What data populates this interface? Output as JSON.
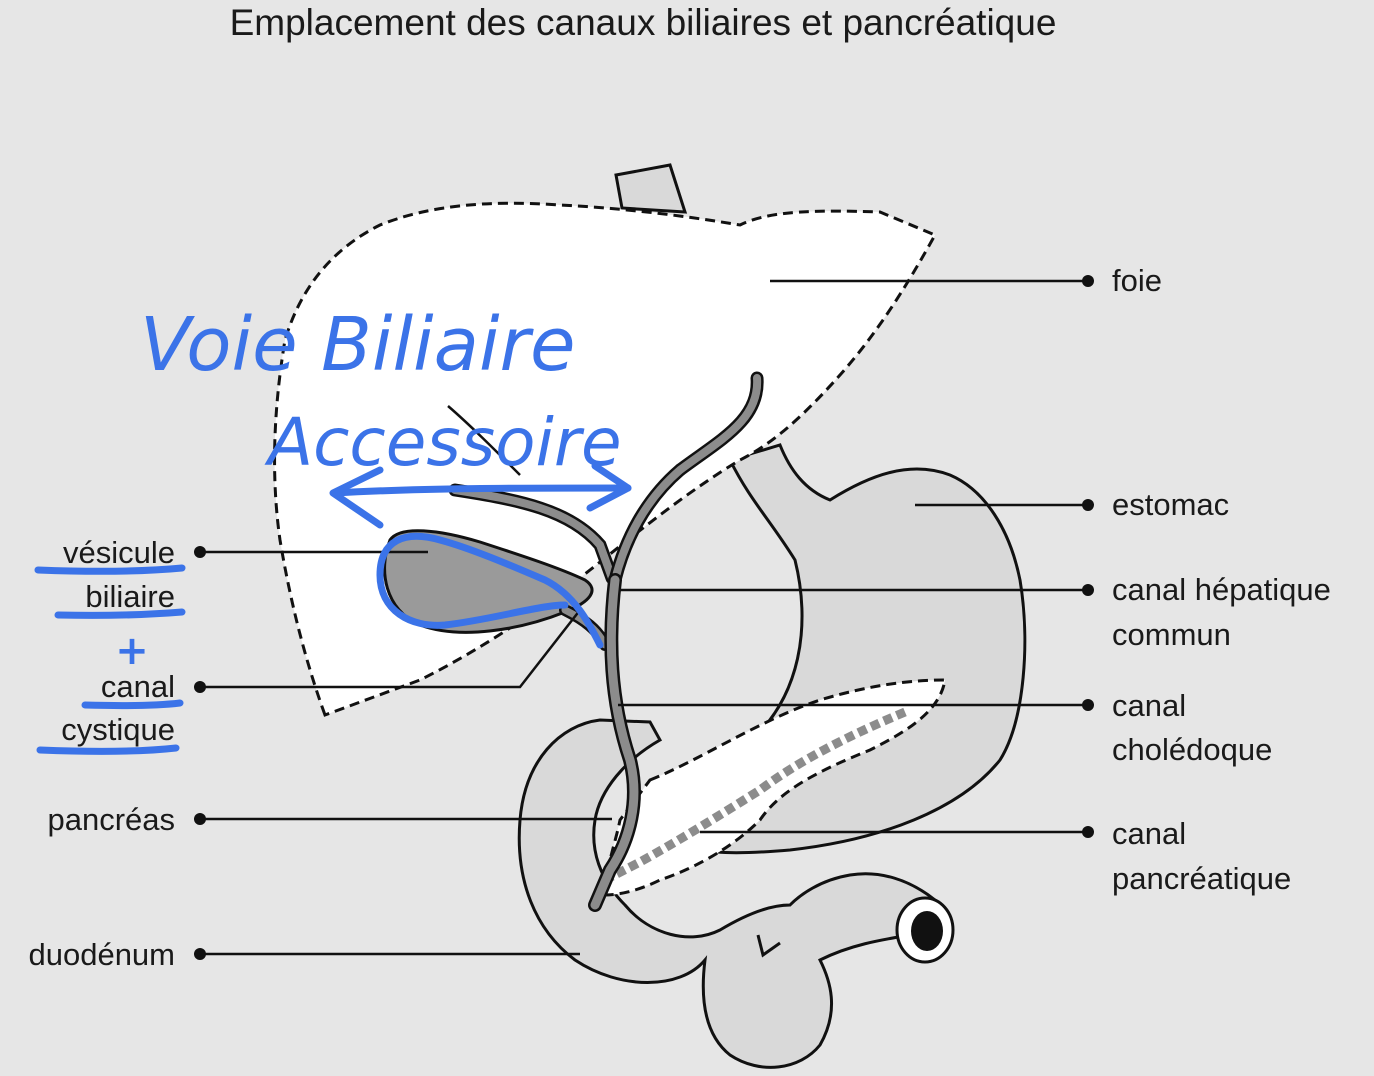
{
  "title": "Emplacement des canaux biliaires et pancréatique",
  "labels": {
    "foie": "foie",
    "estomac": "estomac",
    "canal_hepatique": [
      "canal hépatique",
      "commun"
    ],
    "canal_choledoque": [
      "canal",
      "cholédoque"
    ],
    "canal_pancreatique": [
      "canal",
      "pancréatique"
    ],
    "vesicule": [
      "vésicule",
      "biliaire"
    ],
    "canal_cystique": [
      "canal",
      "cystique"
    ],
    "pancreas": "pancréas",
    "duodenum": "duodénum"
  },
  "annotation": {
    "line1": "Voie Biliaire",
    "line2": "Accessoire",
    "plus": "+",
    "color": "#3b73e8"
  },
  "colors": {
    "background": "#e6e6e6",
    "organ_fill": "#d9d9d9",
    "liver_fill": "#ffffff",
    "duct_fill": "#8c8c8c",
    "gallbladder_fill": "#9a9a9a",
    "outline": "#111111"
  }
}
